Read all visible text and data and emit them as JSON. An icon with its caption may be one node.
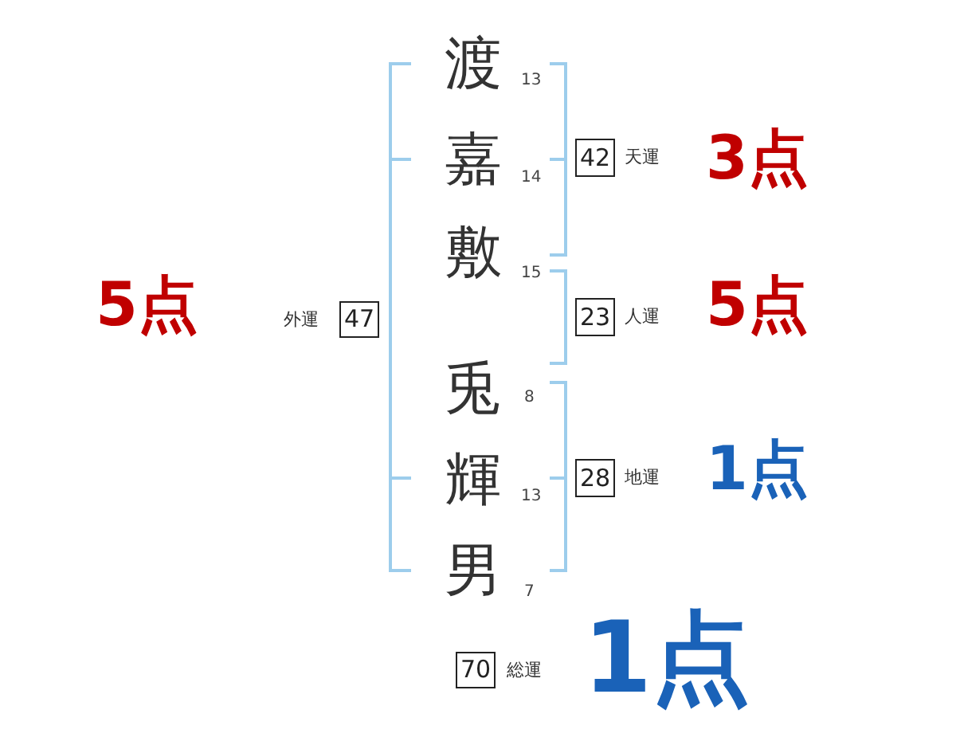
{
  "diagram": {
    "nodes": [
      {
        "text": [
          "42"
        ],
        "beside": [
          "天運",
          "3点"
        ]
      },
      {
        "text": [
          "47"
        ],
        "beside": [
          "5点",
          "外運"
        ]
      },
      {
        "text": [
          "23"
        ],
        "beside": [
          "人運",
          "5点"
        ]
      },
      {
        "text": [
          "28"
        ],
        "beside": [
          "地運",
          "1点"
        ]
      },
      {
        "text": [
          "70"
        ],
        "beside": [
          "総運",
          "1点"
        ]
      }
    ],
    "edges": [],
    "labels": [
      "渡",
      "13",
      "嘉",
      "14",
      "敷",
      "15",
      "兎",
      "8",
      "輝",
      "13",
      "男",
      "7"
    ]
  }
}
